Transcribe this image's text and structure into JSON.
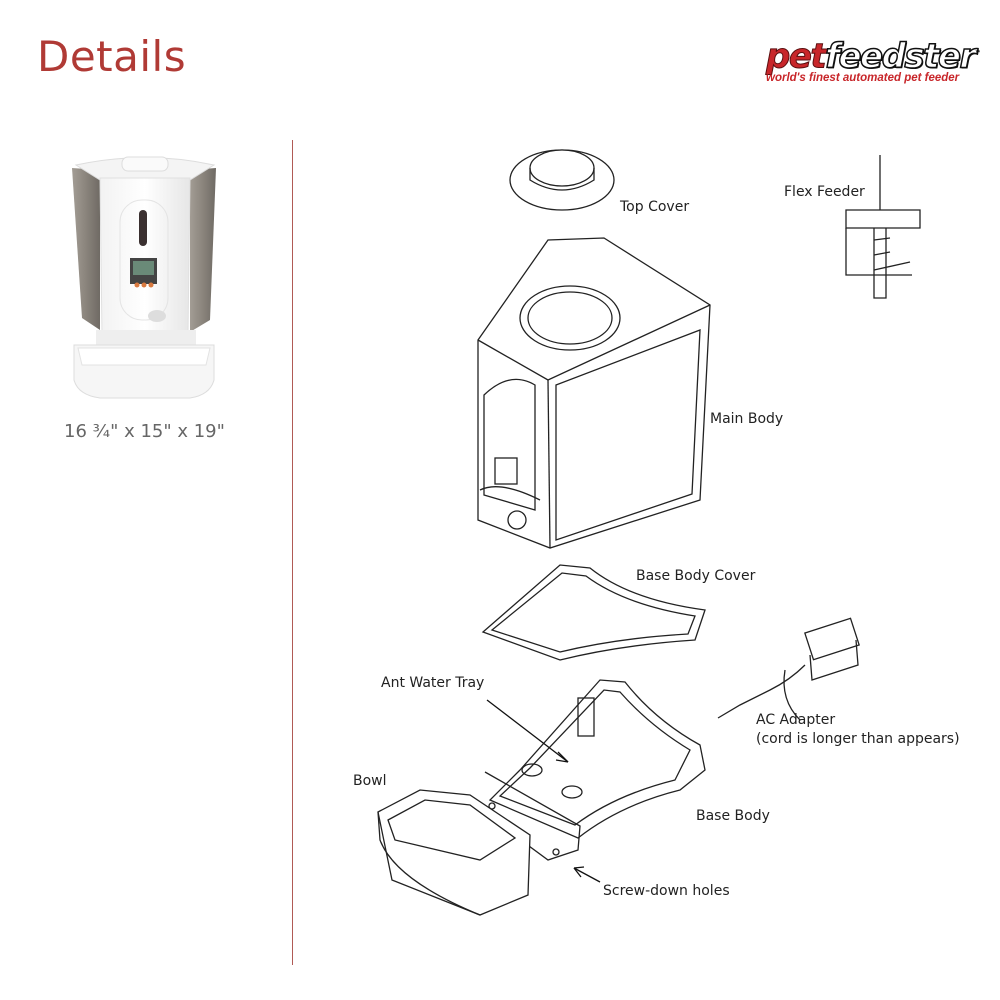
{
  "header": {
    "title": "Details",
    "logo": {
      "brand_part1": "pet",
      "brand_part2": "feedster",
      "trademark": "™",
      "tagline": "world's finest automated pet feeder"
    }
  },
  "product": {
    "dimensions": "16 ¾\" x 15\" x 19\""
  },
  "parts": {
    "top_cover": "Top Cover",
    "flex_feeder": "Flex Feeder",
    "main_body": "Main Body",
    "base_body_cover": "Base Body Cover",
    "ant_water_tray": "Ant Water Tray",
    "ac_adapter": "AC Adapter",
    "ac_adapter_note": "(cord is longer than appears)",
    "bowl": "Bowl",
    "base_body": "Base Body",
    "screw_down_holes": "Screw-down holes"
  },
  "colors": {
    "accent": "#b03a35",
    "logo_red": "#c8262a"
  }
}
